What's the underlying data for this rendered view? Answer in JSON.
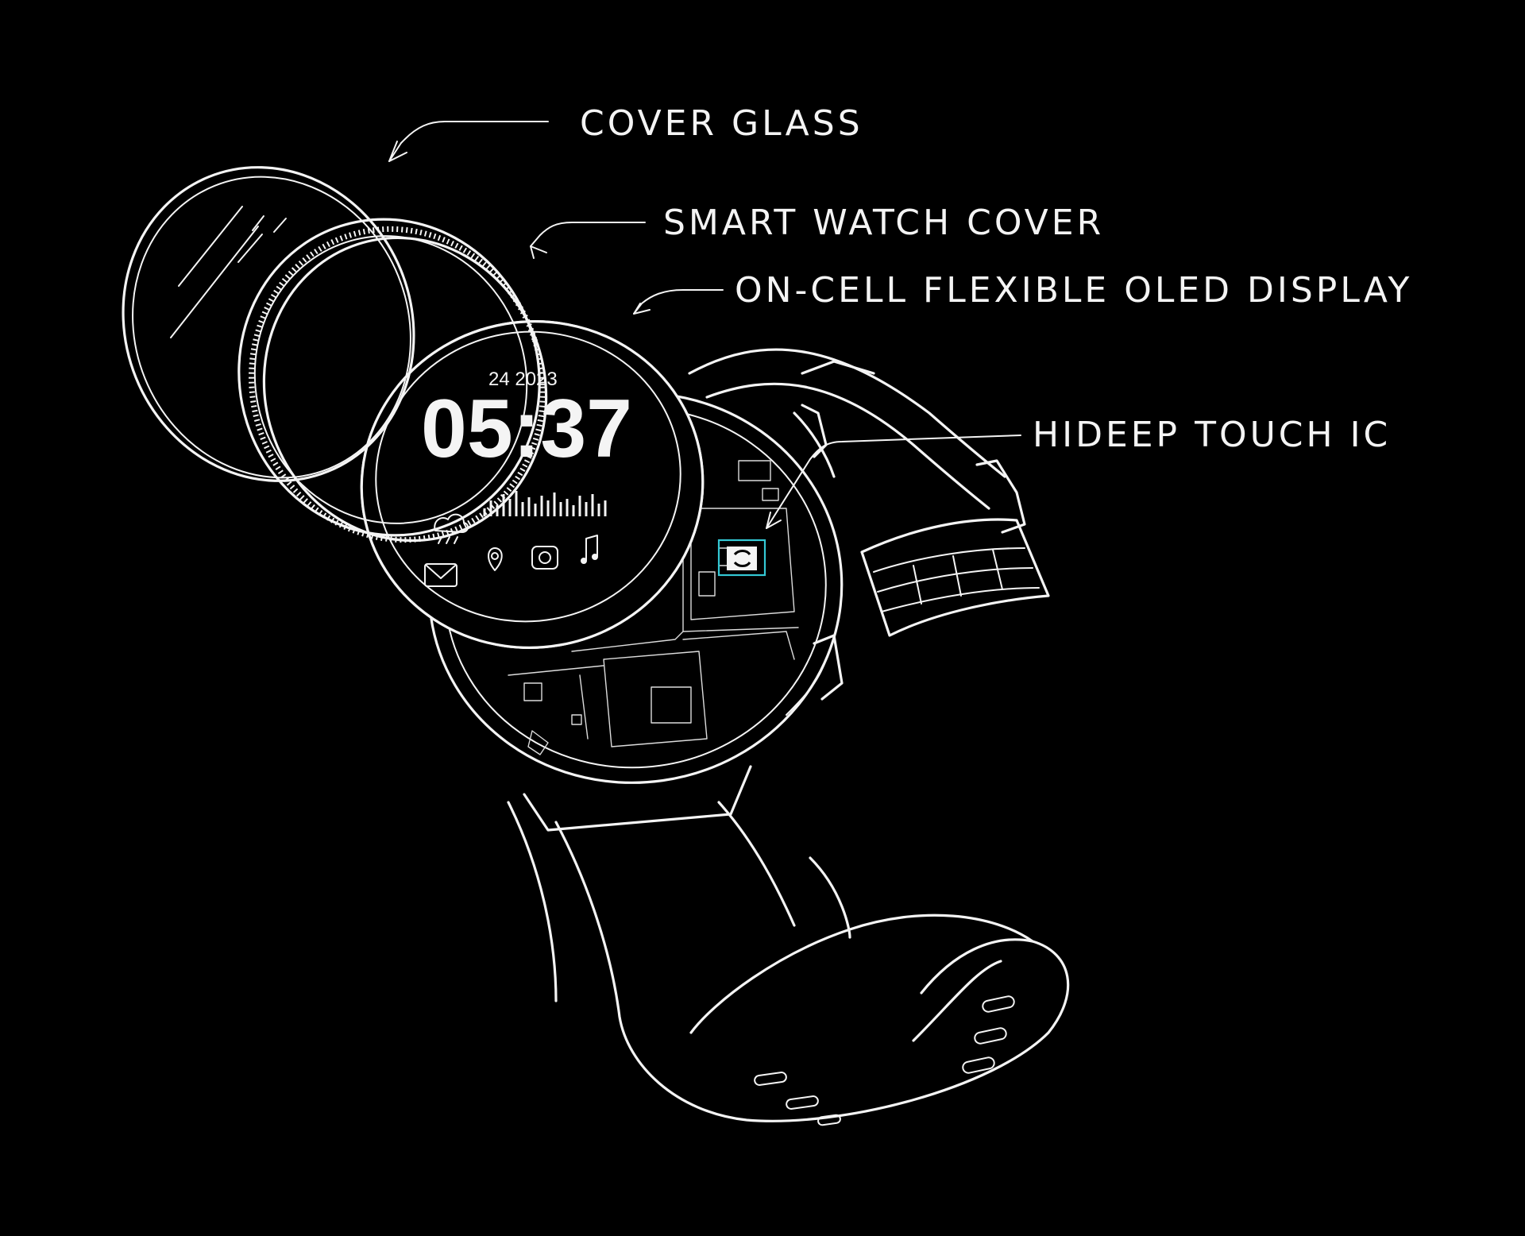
{
  "labels": {
    "cover_glass": "COVER GLASS",
    "smart_watch_cover": "SMART WATCH COVER",
    "oled_display": "ON-CELL FLEXIBLE OLED DISPLAY",
    "touch_ic": "HIDEEP TOUCH IC"
  },
  "screen": {
    "date": "24 2023",
    "time": "05:37"
  },
  "icons": [
    "cloud-rain-icon",
    "mail-icon",
    "location-pin-icon",
    "camera-icon",
    "music-note-icon",
    "chip-logo-icon"
  ],
  "colors": {
    "background": "#000000",
    "ink": "#f4f4f4",
    "chip_accent": "#34c8d4"
  }
}
